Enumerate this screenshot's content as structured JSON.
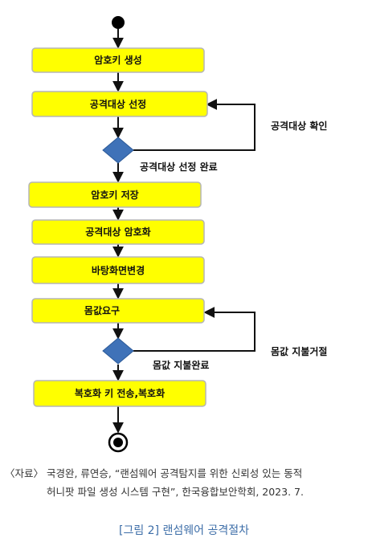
{
  "diagram": {
    "steps": [
      "암호키 생성",
      "공격대상 선정",
      "암호키 저장",
      "공격대상 암호화",
      "바탕화면변경",
      "몸값요구",
      "복호화 키 전송,복호화"
    ],
    "loops": {
      "target_confirm": "공격대상 확인",
      "target_done": "공격대상 선정 완료",
      "ransom_refuse": "몸값 지불거절",
      "ransom_done": "몸값 지불완료"
    },
    "colors": {
      "box_fill": "#ffff00",
      "box_stroke": "#b5b5b5",
      "diamond_fill": "#3f72b8",
      "line": "#111111"
    }
  },
  "source": {
    "line1": "〈자료〉 국경완, 류연승, “랜섬웨어 공격탐지를 위한 신뢰성 있는 동적",
    "line2": "허니팟 파일 생성 시스템 구현”, 한국융합보안학회, 2023. 7."
  },
  "caption": "[그림 2] 랜섬웨어 공격절차"
}
